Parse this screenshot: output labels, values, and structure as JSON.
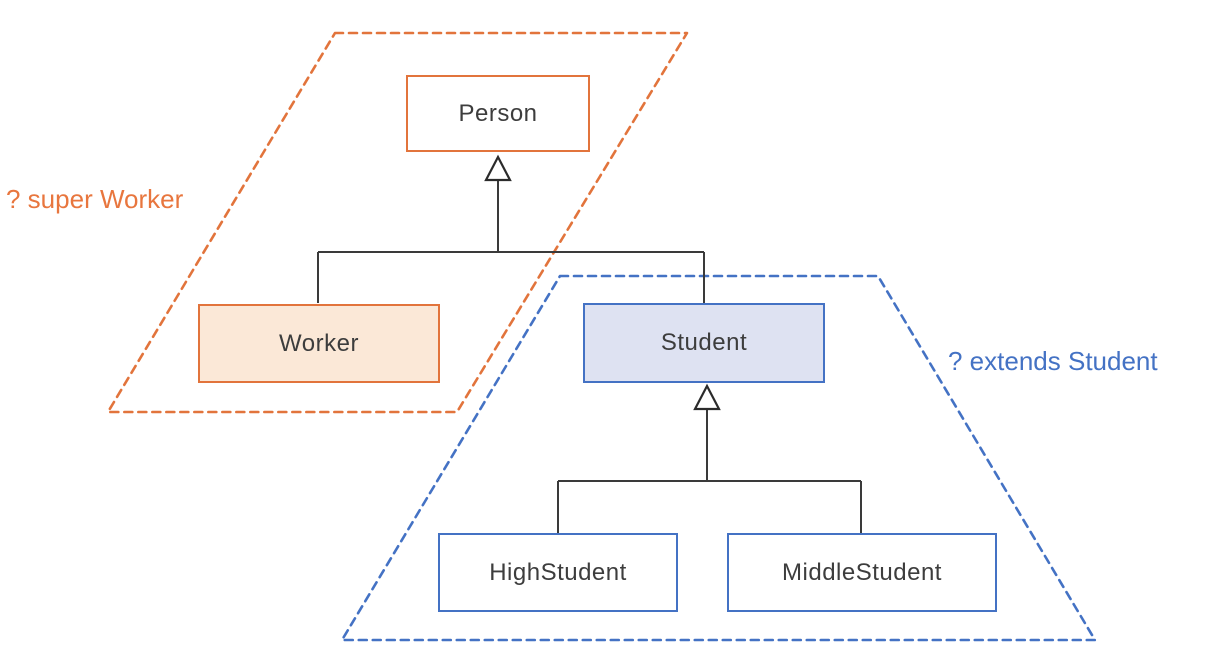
{
  "diagram": {
    "type": "class-inheritance-diagram",
    "background": "#ffffff",
    "nodes": {
      "person": {
        "label": "Person"
      },
      "worker": {
        "label": "Worker"
      },
      "student": {
        "label": "Student"
      },
      "high_student": {
        "label": "HighStudent"
      },
      "middle_student": {
        "label": "MiddleStudent"
      }
    },
    "annotations": {
      "super_worker": {
        "label": "? super Worker"
      },
      "extends_student": {
        "label": "? extends Student"
      }
    },
    "edges": [
      {
        "from": "Worker",
        "to": "Person",
        "type": "inheritance"
      },
      {
        "from": "Student",
        "to": "Person",
        "type": "inheritance"
      },
      {
        "from": "HighStudent",
        "to": "Student",
        "type": "inheritance"
      },
      {
        "from": "MiddleStudent",
        "to": "Student",
        "type": "inheritance"
      }
    ],
    "regions": [
      {
        "name": "super-worker-region",
        "shape": "dashed parallelogram",
        "color": "#e2743c",
        "contains": [
          "Person",
          "Worker"
        ]
      },
      {
        "name": "extends-student-region",
        "shape": "dashed trapezoid",
        "color": "#4472c4",
        "contains": [
          "Student",
          "HighStudent",
          "MiddleStudent"
        ]
      }
    ],
    "colors": {
      "orange_accent": "#e2743c",
      "blue_accent": "#4472c4",
      "worker_fill": "#fbe8d7",
      "student_fill": "#dee2f2",
      "connector": "#3a3a3a",
      "node_text": "#3d3d3d",
      "annotation_orange": "#e8763e",
      "annotation_blue": "#4472c4"
    }
  }
}
